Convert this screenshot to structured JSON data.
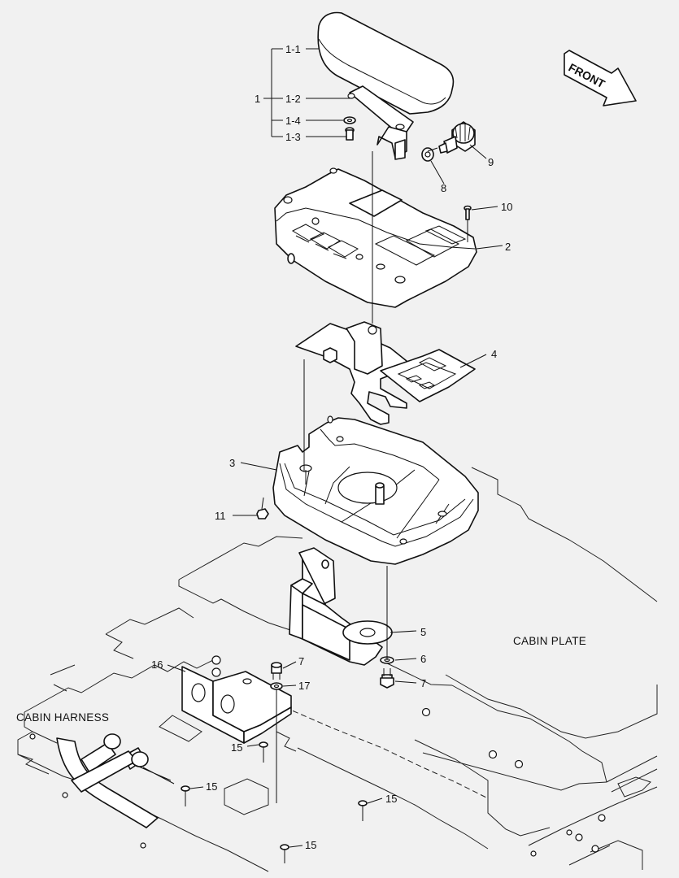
{
  "labels": {
    "group": "1",
    "l1_1": "1-1",
    "l1_2": "1-2",
    "l1_4": "1-4",
    "l1_3": "1-3",
    "l2": "2",
    "l3": "3",
    "l4": "4",
    "l5": "5",
    "l6": "6",
    "l7a": "7",
    "l7b": "7",
    "l8": "8",
    "l9": "9",
    "l10": "10",
    "l11": "11",
    "l15a": "15",
    "l15b": "15",
    "l15c": "15",
    "l15d": "15",
    "l16": "16",
    "l17": "17"
  },
  "areas": {
    "cabin_plate": "CABIN PLATE",
    "cabin_harness": "CABIN HARNESS"
  },
  "direction": {
    "front": "FRONT"
  }
}
